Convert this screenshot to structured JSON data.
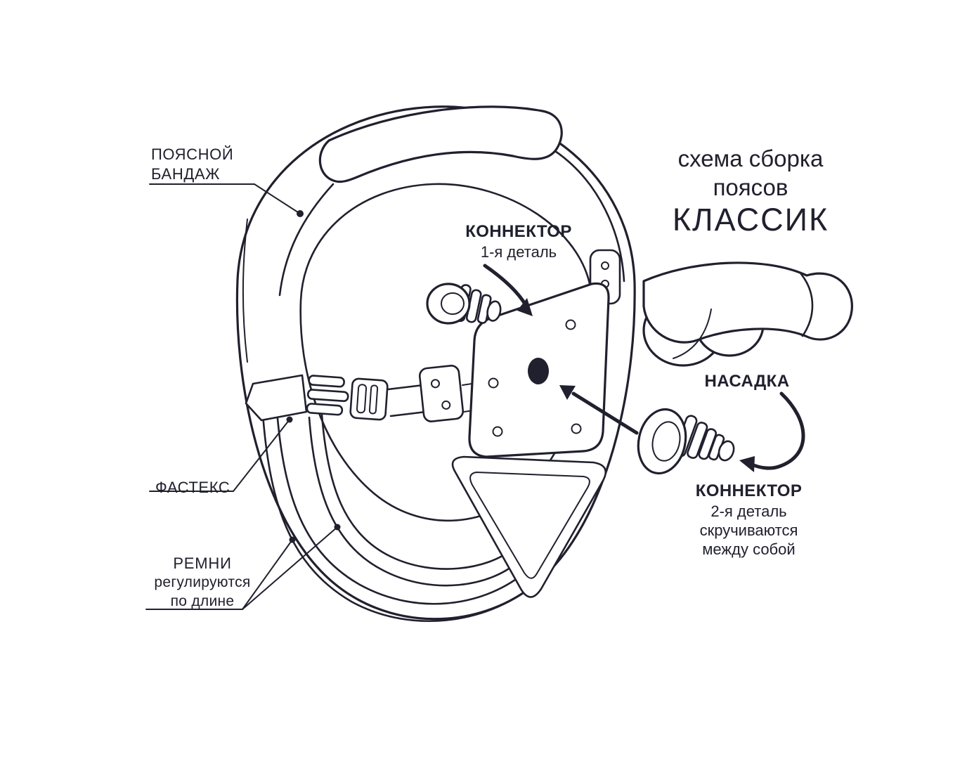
{
  "colors": {
    "ink": "#20202e",
    "background": "#ffffff"
  },
  "title": {
    "line1": "схема сборка",
    "line2": "поясов",
    "line3": "КЛАССИК"
  },
  "labels": {
    "waist_band": {
      "line1": "ПОЯСНОЙ",
      "line2": "БАНДАЖ"
    },
    "connector1": {
      "title": "КОННЕКТОР",
      "subtitle": "1-я деталь"
    },
    "attachment": {
      "title": "НАСАДКА"
    },
    "connector2": {
      "title": "КОННЕКТОР",
      "subtitle": "2-я деталь",
      "note1": "скручиваются",
      "note2": "между собой"
    },
    "fastex": {
      "title": "ФАСТЕКС"
    },
    "straps": {
      "line1": "РЕМНИ",
      "line2": "регулируются",
      "line3": "по длине"
    }
  }
}
